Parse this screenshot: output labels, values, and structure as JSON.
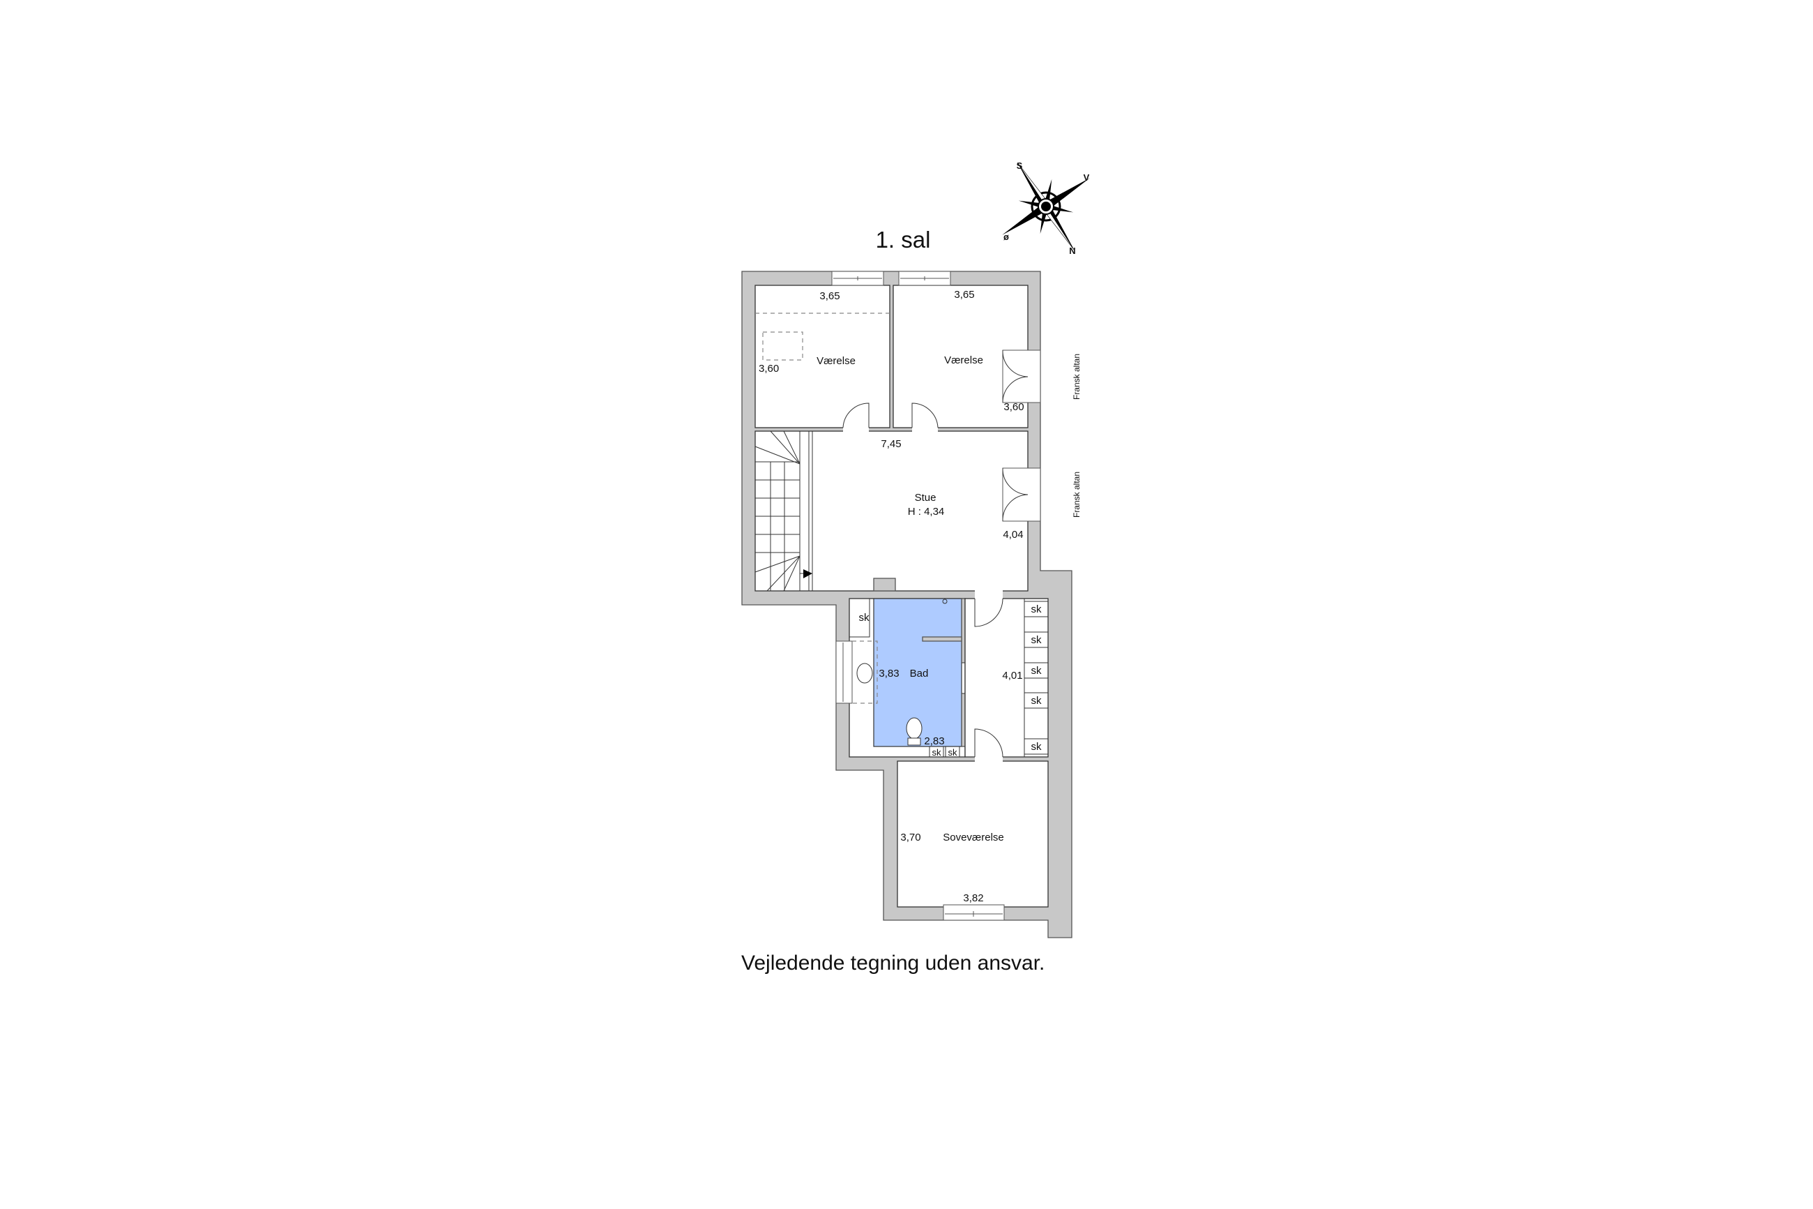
{
  "title": "1. sal",
  "compass": {
    "s": "S",
    "v": "V",
    "o": "ø",
    "n": "N"
  },
  "rooms": {
    "room1": "Værelse",
    "room2": "Værelse",
    "stue": "Stue",
    "stue_height": "H : 4,34",
    "bad": "Bad",
    "sovevaerelse": "Soveværelse"
  },
  "dimensions": {
    "room1_width": "3,65",
    "room1_depth": "3,60",
    "room2_width": "3,65",
    "room2_depth": "3,60",
    "stue_width": "7,45",
    "stue_depth": "4,04",
    "bad_depth": "3,83",
    "bad_width": "2,83",
    "hall_depth": "4,01",
    "sove_depth": "3,70",
    "sove_width": "3,82"
  },
  "balcony_labels": [
    "Fransk altan",
    "Fransk altan"
  ],
  "closet_label": "sk",
  "footer": "Vejledende tegning uden ansvar.",
  "colors": {
    "wall": "#c8c8c8",
    "bath": "#aecbff"
  }
}
